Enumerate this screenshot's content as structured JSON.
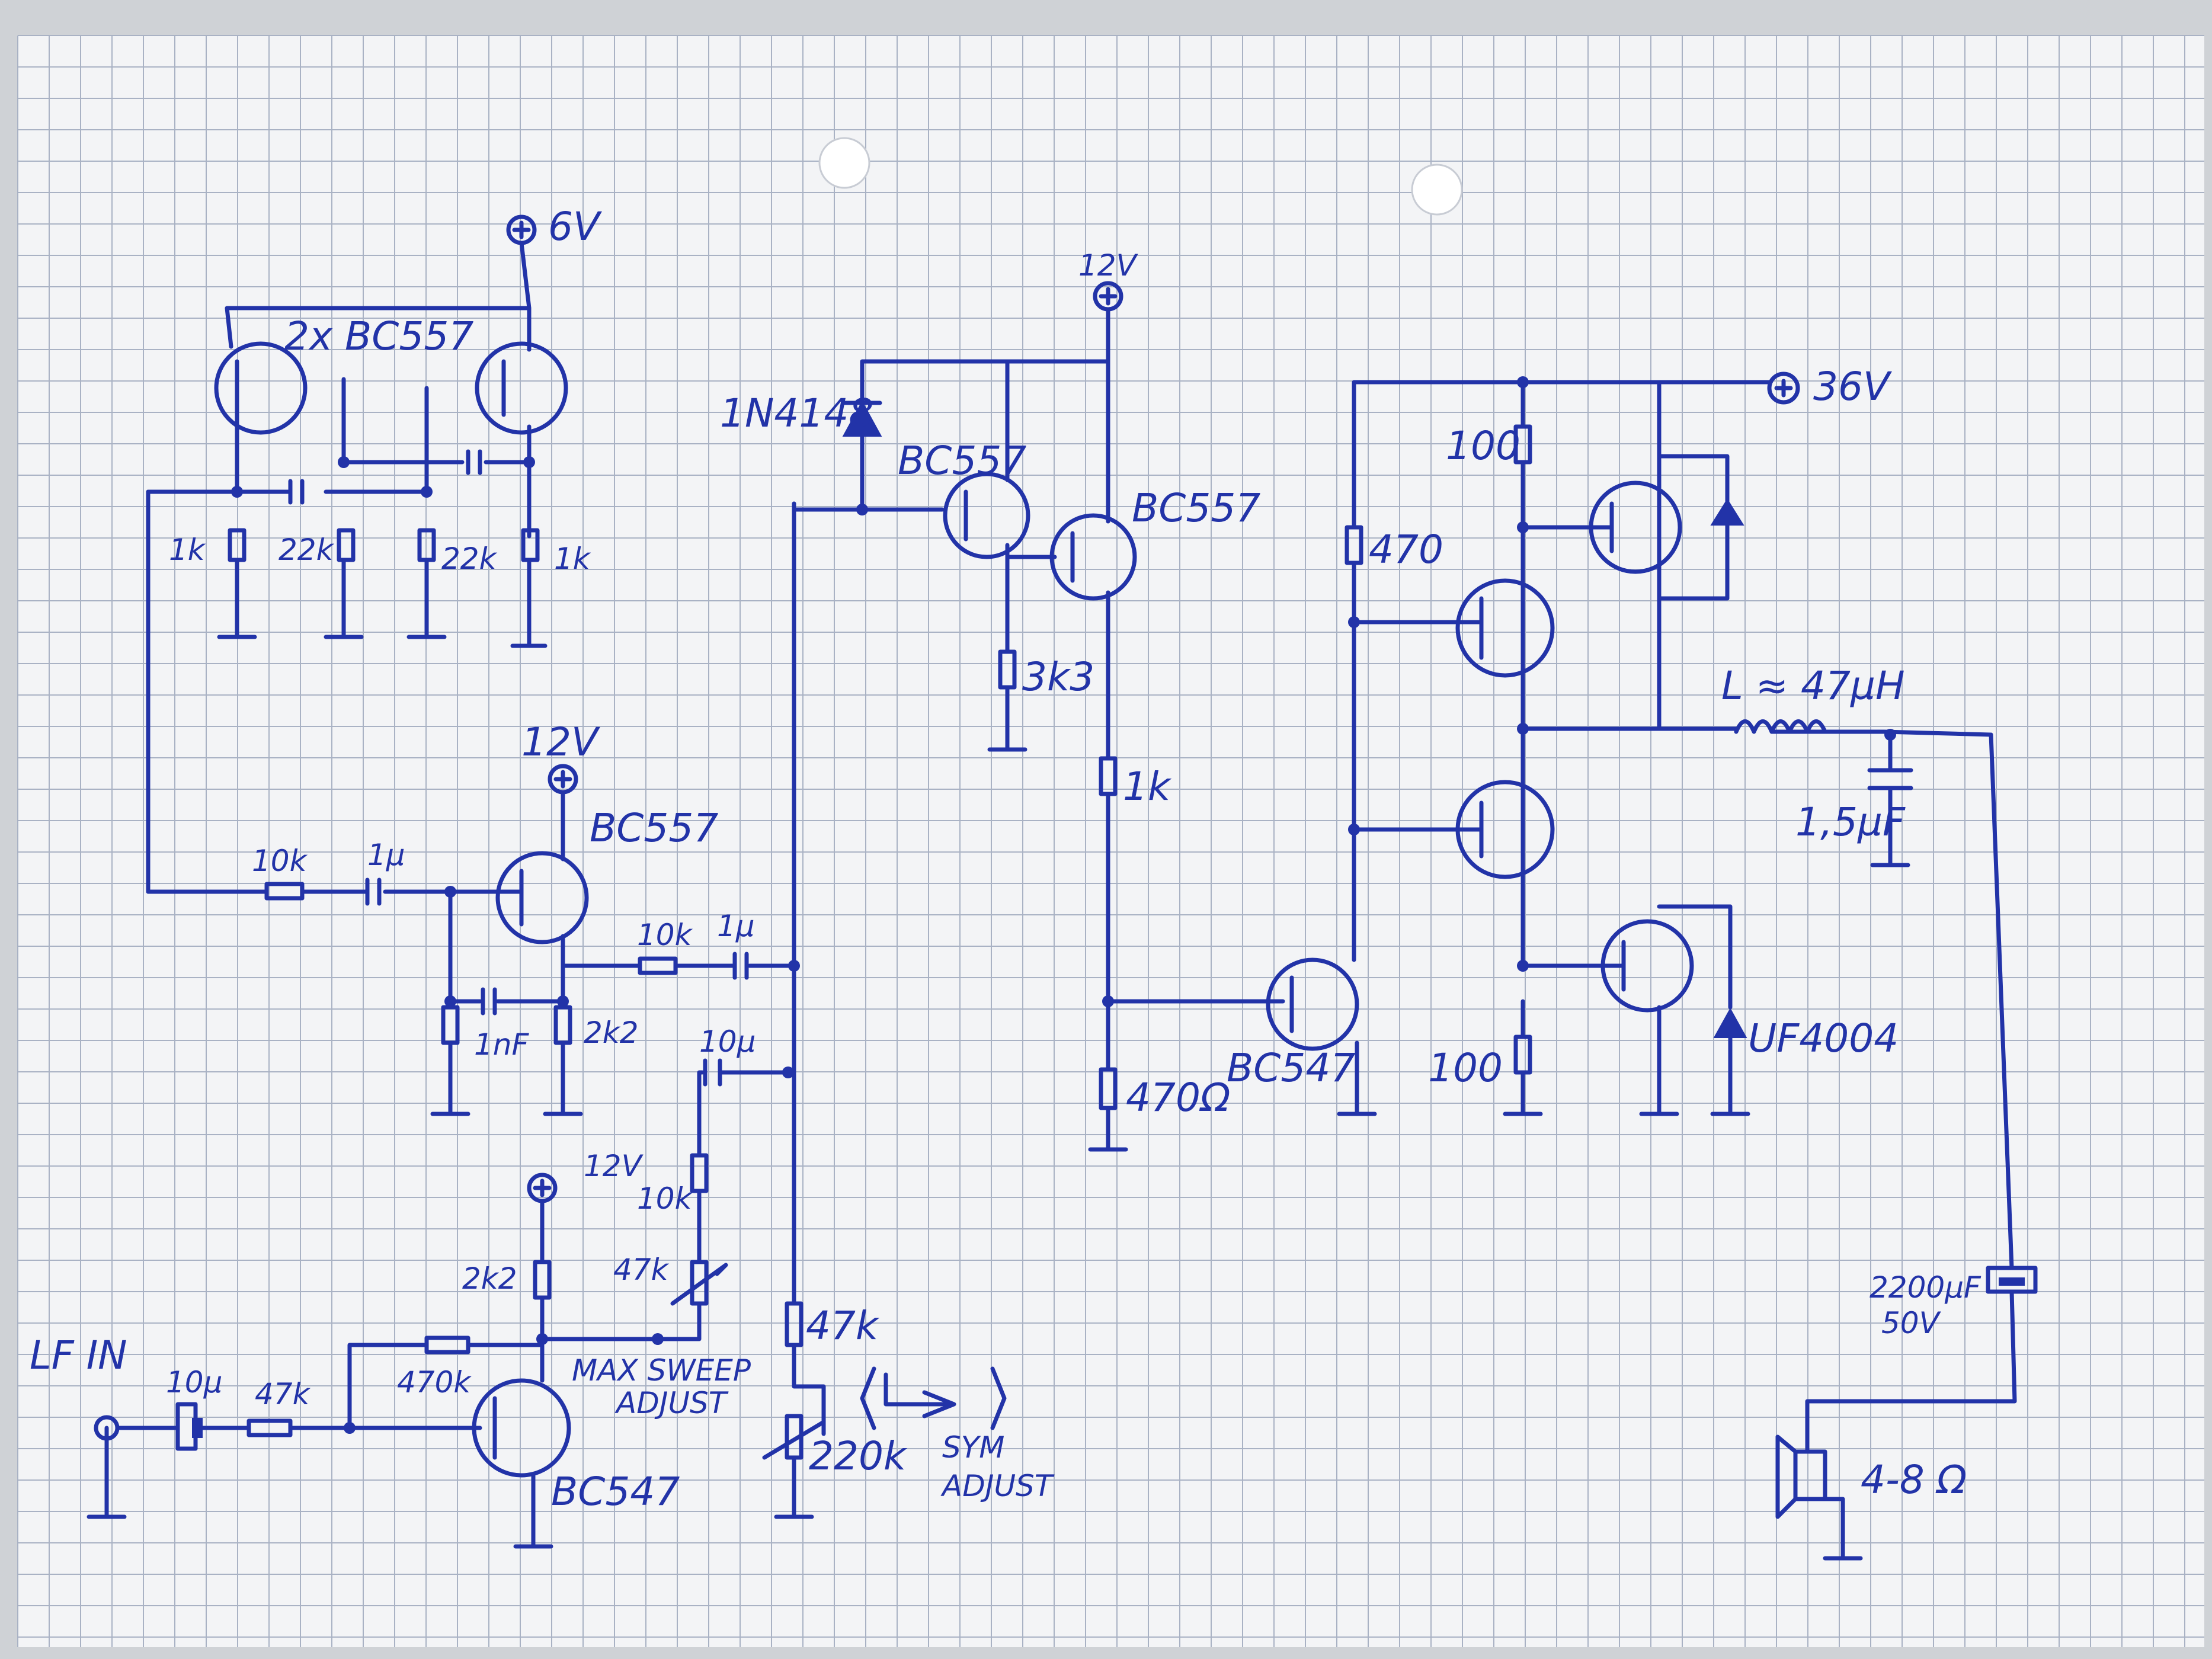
{
  "diagram": {
    "paper_color": "#f3f4f6",
    "grid_color": "#a9b2c4",
    "ink_color": "#2233a8"
  },
  "oscillator": {
    "supply": "6V",
    "transistor_note": "2x BC557",
    "r1": "1k",
    "r2": "22k",
    "r3": "22k",
    "r4": "1k"
  },
  "integrator": {
    "supply": "12V",
    "transistor": "BC557",
    "r_in": "10k",
    "c_in": "1µ",
    "c_fb": "1nF",
    "r_e": "2k2",
    "r_out": "10k",
    "c_out": "1µ"
  },
  "input_stage": {
    "input_label": "LF IN",
    "c_in": "10µ",
    "r_in": "47k",
    "r_fb": "470k",
    "supply": "12V",
    "r_c": "2k2",
    "transistor": "BC547",
    "c_sweep": "10µ",
    "r_sweep": "10k",
    "pot_sweep": "47k",
    "sweep_label_1": "MAX SWEEP",
    "sweep_label_2": "ADJUST",
    "r_bias": "47k",
    "pot_sym": "220k",
    "sym_label_1": "SYM",
    "sym_label_2": "ADJUST"
  },
  "comparator": {
    "supply": "12V",
    "diode": "1N4148",
    "q1": "BC557",
    "q2": "BC557",
    "r1": "3k3",
    "r2": "1k",
    "r3": "470Ω",
    "q3": "BC547"
  },
  "output_stage": {
    "supply": "36V",
    "r_top": "100",
    "r_bias": "470",
    "r_bottom": "100",
    "inductor": "L ≈ 47µH",
    "cap": "1,5µF",
    "diode": "UF4004",
    "cap_out_1": "2200µF",
    "cap_out_2": "50V",
    "speaker": "4-8 Ω"
  }
}
